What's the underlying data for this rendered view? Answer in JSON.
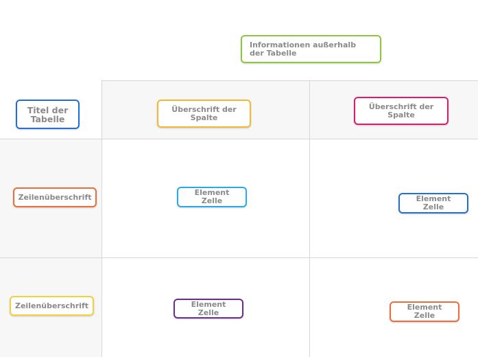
{
  "nodes": {
    "outside_info": {
      "label": "Informationen außerhalb der Tabelle",
      "color": "#8dc63f"
    },
    "table_title": {
      "label": "Titel der Tabelle",
      "color": "#1e6fd9"
    },
    "column_header_1": {
      "label": "Überschrift der Spalte",
      "color": "#f5b731"
    },
    "column_header_2": {
      "label": "Überschrift der Spalte",
      "color": "#e0196e"
    },
    "row_header_1": {
      "label": "Zeilenüberschrift",
      "color": "#f06a3c"
    },
    "row_header_2": {
      "label": "Zeilenüberschrift",
      "color": "#f0d33c"
    },
    "cell_r1_c1": {
      "label": "Element Zelle",
      "color": "#2ba8e6"
    },
    "cell_r1_c2": {
      "label": "Element Zelle",
      "color": "#1e6fd9"
    },
    "cell_r2_c1": {
      "label": "Element Zelle",
      "color": "#6b2c91"
    },
    "cell_r2_c2": {
      "label": "Element Zelle",
      "color": "#f06a3c"
    }
  }
}
